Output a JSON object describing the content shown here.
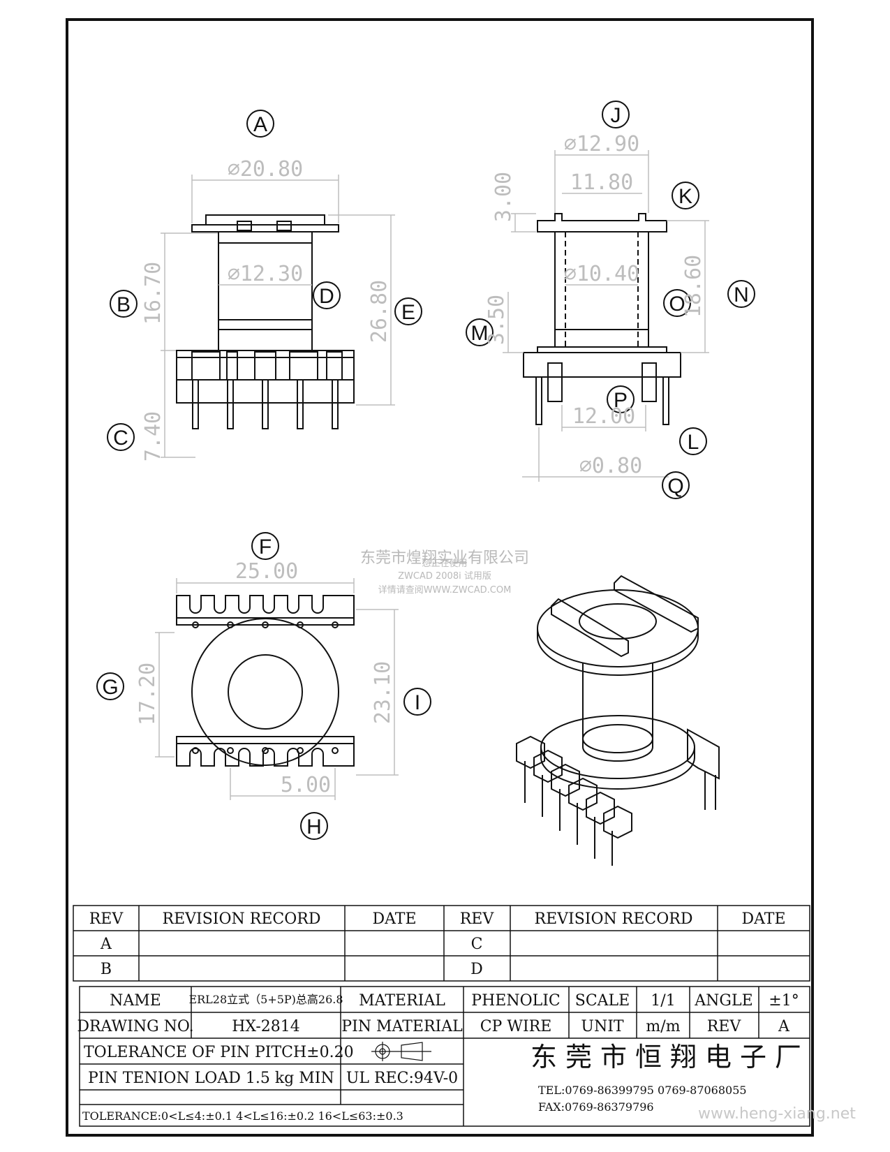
{
  "balloons": {
    "A": "A",
    "B": "B",
    "C": "C",
    "D": "D",
    "E": "E",
    "F": "F",
    "G": "G",
    "H": "H",
    "I": "I",
    "J": "J",
    "K": "K",
    "L": "L",
    "M": "M",
    "N": "N",
    "O": "O",
    "P": "P",
    "Q": "Q"
  },
  "dimensions": {
    "A": "⌀20.80",
    "B": "16.70",
    "C": "7.40",
    "D": "⌀12.30",
    "E": "26.80",
    "J": "⌀12.90",
    "K": "11.80",
    "M_top": "3.00",
    "M": "3.50",
    "O": "⌀10.40",
    "N": "18.60",
    "P": "12.00",
    "Q": "⌀0.80",
    "F": "25.00",
    "G": "17.20",
    "I": "23.10",
    "H": "5.00"
  },
  "watermark": {
    "company": "东莞市煌翔实业有限公司",
    "line1": "您正在使用",
    "line2": "ZWCAD 2008i 试用版",
    "line3": "详情请查阅WWW.ZWCAD.COM"
  },
  "revision_table": {
    "headers": [
      "REV",
      "REVISION RECORD",
      "DATE",
      "REV",
      "REVISION RECORD",
      "DATE"
    ],
    "left_revs": [
      "A",
      "B"
    ],
    "right_revs": [
      "C",
      "D"
    ]
  },
  "title_block": {
    "name_label": "NAME",
    "name_value": "ERL28立式（5+5P)总高26.8",
    "material_label": "MATERIAL",
    "material_value": "PHENOLIC",
    "scale_label": "SCALE",
    "scale_value": "1/1",
    "angle_label": "ANGLE",
    "angle_value": "±1°",
    "drawing_no_label": "DRAWING NO.",
    "drawing_no_value": "HX-2814",
    "pin_material_label": "PIN MATERIAL",
    "pin_material_value": "CP WIRE",
    "unit_label": "UNIT",
    "unit_value": "m/m",
    "rev_label": "REV",
    "rev_value": "A",
    "tolerance_pitch": "TOLERANCE OF PIN PITCH±0.20",
    "pin_tension": "PIN TENION LOAD   1.5 kg MIN",
    "ul_rec": "UL REC:94V-0",
    "tolerance_general": "TOLERANCE:0<L≤4:±0.1  4<L≤16:±0.2  16<L≤63:±0.3",
    "company": "东莞市恒翔电子厂",
    "tel": "TEL:0769-86399795    0769-87068055",
    "fax": "FAX:0769-86379796",
    "website": "www.heng-xiang.net"
  }
}
